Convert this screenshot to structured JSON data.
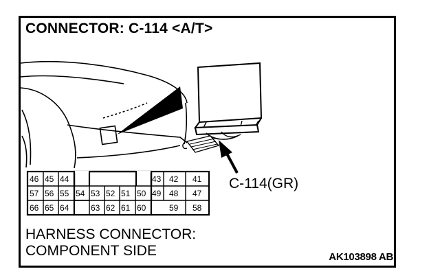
{
  "title": "CONNECTOR: C-114 <A/T>",
  "callout_label": "C-114(GR)",
  "caption_line1": "HARNESS CONNECTOR:",
  "caption_line2": "COMPONENT SIDE",
  "figure_code": "AK103898 AB",
  "pins": {
    "left_block": {
      "row1": [
        "46",
        "45",
        "44"
      ],
      "row2": [
        "57",
        "56",
        "55"
      ],
      "row3": [
        "66",
        "65",
        "64"
      ]
    },
    "center_block": {
      "row2": [
        "54",
        "53",
        "52",
        "51",
        "50",
        "49"
      ],
      "row3": [
        "63",
        "62",
        "61",
        "60"
      ]
    },
    "right_block": {
      "row1": [
        "43",
        "42",
        "41"
      ],
      "row2": [
        "48",
        "47"
      ],
      "row3": [
        "59",
        "58"
      ]
    }
  }
}
